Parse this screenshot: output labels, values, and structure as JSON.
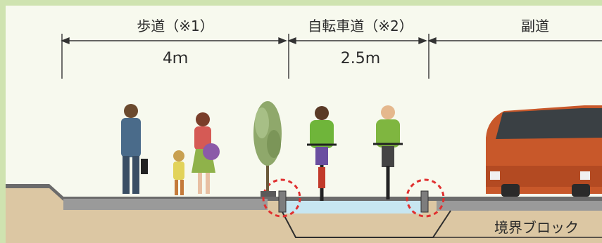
{
  "headers": {
    "sidewalk": "歩道（※1）",
    "bike_lane": "自転車道（※2）",
    "side_road": "副道"
  },
  "widths": {
    "sidewalk": "4ｍ",
    "bike_lane": "2.5m"
  },
  "ground_label": "境界ブロック",
  "colors": {
    "background": "#eef2dc",
    "frame": "#cfe3b0",
    "soil": "#dcc7a3",
    "soil_dark": "#c2a77f",
    "pavement": "#8f8f8f",
    "bike_surface": "#c7e6f1",
    "marker_circle": "#e03030",
    "car": "#c8582a"
  }
}
